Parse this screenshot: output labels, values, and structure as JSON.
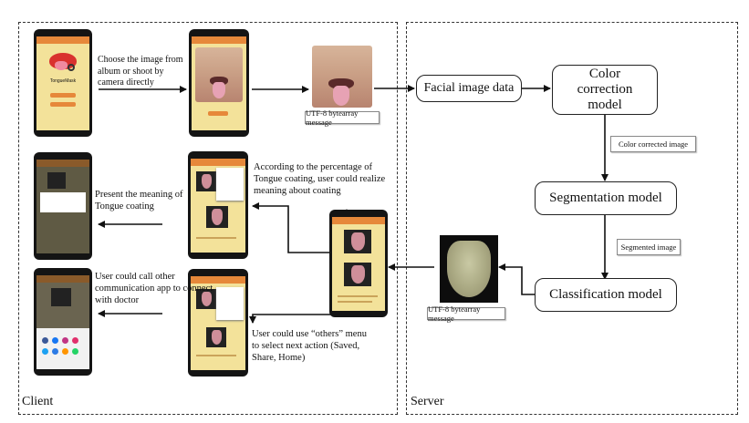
{
  "panels": {
    "client_label": "Client",
    "server_label": "Server"
  },
  "client_notes": {
    "choose_image": "Choose the image from album or shoot by camera directly",
    "percentage": "According to the percentage of Tongue coating, user could realize meaning about coating",
    "present_meaning": "Present the meaning of Tongue coating",
    "call_app": "User could call other communication app to connect with doctor",
    "others_menu": "User could use “others” menu to select next action (Saved, Share, Home)"
  },
  "tags": {
    "utf8_top": "UTF-8 bytearray message",
    "utf8_bottom": "UTF-8 bytearray message",
    "color_corrected": "Color corrected image",
    "segmented": "Segmented image"
  },
  "server_boxes": {
    "facial_data": "Facial image data",
    "color_model": "Color correction model",
    "segmentation_model": "Segmentation model",
    "classification_model": "Classification model"
  },
  "app": {
    "logo_text": "TongueMask"
  },
  "colors": {
    "app_bar": "#e6883a",
    "app_bg": "#f3e29a",
    "phone": "#141414"
  }
}
